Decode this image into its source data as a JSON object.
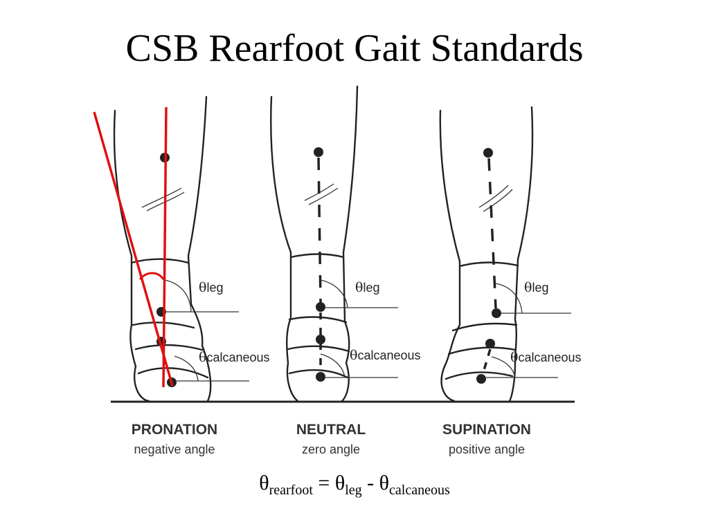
{
  "title": "CSB Rearfoot Gait Standards",
  "panels": [
    {
      "name": "PRONATION",
      "sub": "negative angle",
      "theta_leg": "leg",
      "theta_calc": "calcaneous"
    },
    {
      "name": "NEUTRAL",
      "sub": "zero angle",
      "theta_leg": "leg",
      "theta_calc": "calcaneous"
    },
    {
      "name": "SUPINATION",
      "sub": "positive angle",
      "theta_leg": "leg",
      "theta_calc": "calcaneous"
    }
  ],
  "theta_symbol": "θ",
  "formula": {
    "lhs_symbol": "θ",
    "lhs_sub": "rearfoot",
    "equals": " = ",
    "leg_symbol": "θ",
    "leg_sub": "leg",
    "minus": " - ",
    "calc_symbol": "θ",
    "calc_sub": "calcaneous"
  },
  "colors": {
    "annotation": "#e01010",
    "ink": "#222222"
  }
}
